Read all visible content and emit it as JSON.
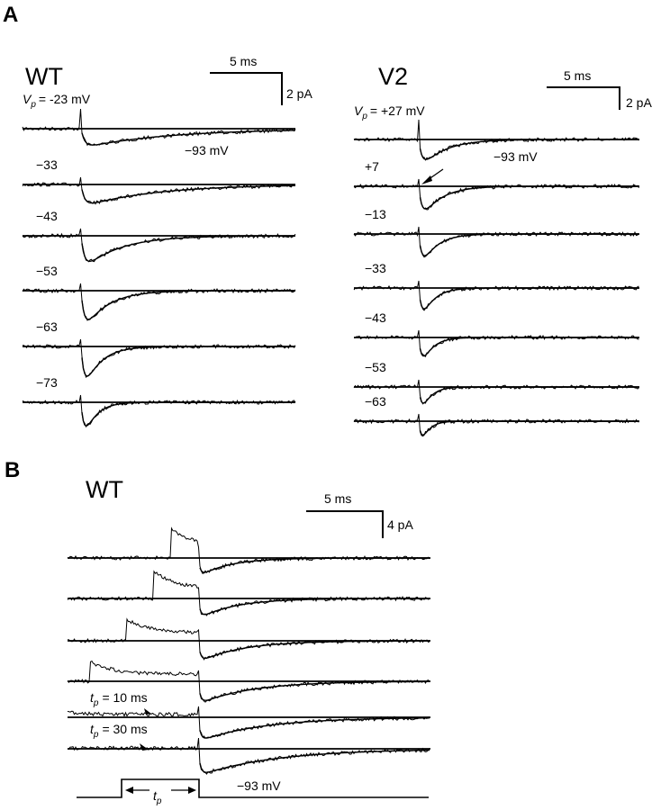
{
  "chart_data": [
    {
      "type": "line",
      "panel_letter": "A",
      "title": "WT",
      "scale_bar": {
        "time": "5 ms",
        "current": "2 pA"
      },
      "first_label": {
        "v": "V",
        "sub": "p",
        "rest": "= -23 mV"
      },
      "holding_label": "−93 mV",
      "traces": [
        {
          "label": "-23",
          "peak_pA": 1.2,
          "tau_ms": 6.0
        },
        {
          "label": "−33",
          "peak_pA": 1.4,
          "tau_ms": 5.0
        },
        {
          "label": "−43",
          "peak_pA": 2.2,
          "tau_ms": 2.5
        },
        {
          "label": "−53",
          "peak_pA": 2.8,
          "tau_ms": 1.6
        },
        {
          "label": "−63",
          "peak_pA": 3.3,
          "tau_ms": 1.1
        },
        {
          "label": "−73",
          "peak_pA": 3.0,
          "tau_ms": 0.8
        }
      ]
    },
    {
      "type": "line",
      "title": "V2",
      "scale_bar": {
        "time": "5 ms",
        "current": "2 pA"
      },
      "first_label": {
        "v": "V",
        "sub": "p",
        "rest": "= +27 mV"
      },
      "holding_label": "−93 mV",
      "traces": [
        {
          "label": "+27",
          "peak_pA": 2.8,
          "tau_ms": 1.6
        },
        {
          "label": "+7",
          "peak_pA": 3.4,
          "tau_ms": 1.3
        },
        {
          "label": "−13",
          "peak_pA": 3.6,
          "tau_ms": 1.0
        },
        {
          "label": "−33",
          "peak_pA": 3.8,
          "tau_ms": 0.8
        },
        {
          "label": "−43",
          "peak_pA": 3.6,
          "tau_ms": 0.7
        },
        {
          "label": "−53",
          "peak_pA": 3.4,
          "tau_ms": 0.6
        },
        {
          "label": "−63",
          "peak_pA": 3.2,
          "tau_ms": 0.5
        }
      ]
    },
    {
      "type": "line",
      "panel_letter": "B",
      "title": "WT",
      "scale_bar": {
        "time": "5 ms",
        "current": "4 pA"
      },
      "holding_label": "−93 mV",
      "protocol_label": {
        "v": "t",
        "sub": "p"
      },
      "traces": [
        {
          "tp_ms": 1.8,
          "prepulse_peak_pA": 4.5,
          "tail_pA": 2.8,
          "tau_ms": 2.0
        },
        {
          "tp_ms": 2.9,
          "prepulse_peak_pA": 4.0,
          "tail_pA": 3.0,
          "tau_ms": 2.4
        },
        {
          "tp_ms": 4.7,
          "prepulse_peak_pA": 3.2,
          "tail_pA": 3.2,
          "tau_ms": 2.8
        },
        {
          "tp_ms": 7.1,
          "prepulse_peak_pA": 3.0,
          "tail_pA": 3.4,
          "tau_ms": 3.4
        },
        {
          "tp_ms": 10,
          "prepulse_peak_pA": 1.2,
          "tail_pA": 3.6,
          "tau_ms": 4.2,
          "label": {
            "v": "t",
            "sub": "p",
            "rest": "= 10 ms"
          }
        },
        {
          "tp_ms": 30,
          "prepulse_peak_pA": 0.3,
          "tail_pA": 4.0,
          "tau_ms": 5.0,
          "label": {
            "v": "t",
            "sub": "p",
            "rest": "= 30 ms"
          }
        }
      ]
    }
  ]
}
